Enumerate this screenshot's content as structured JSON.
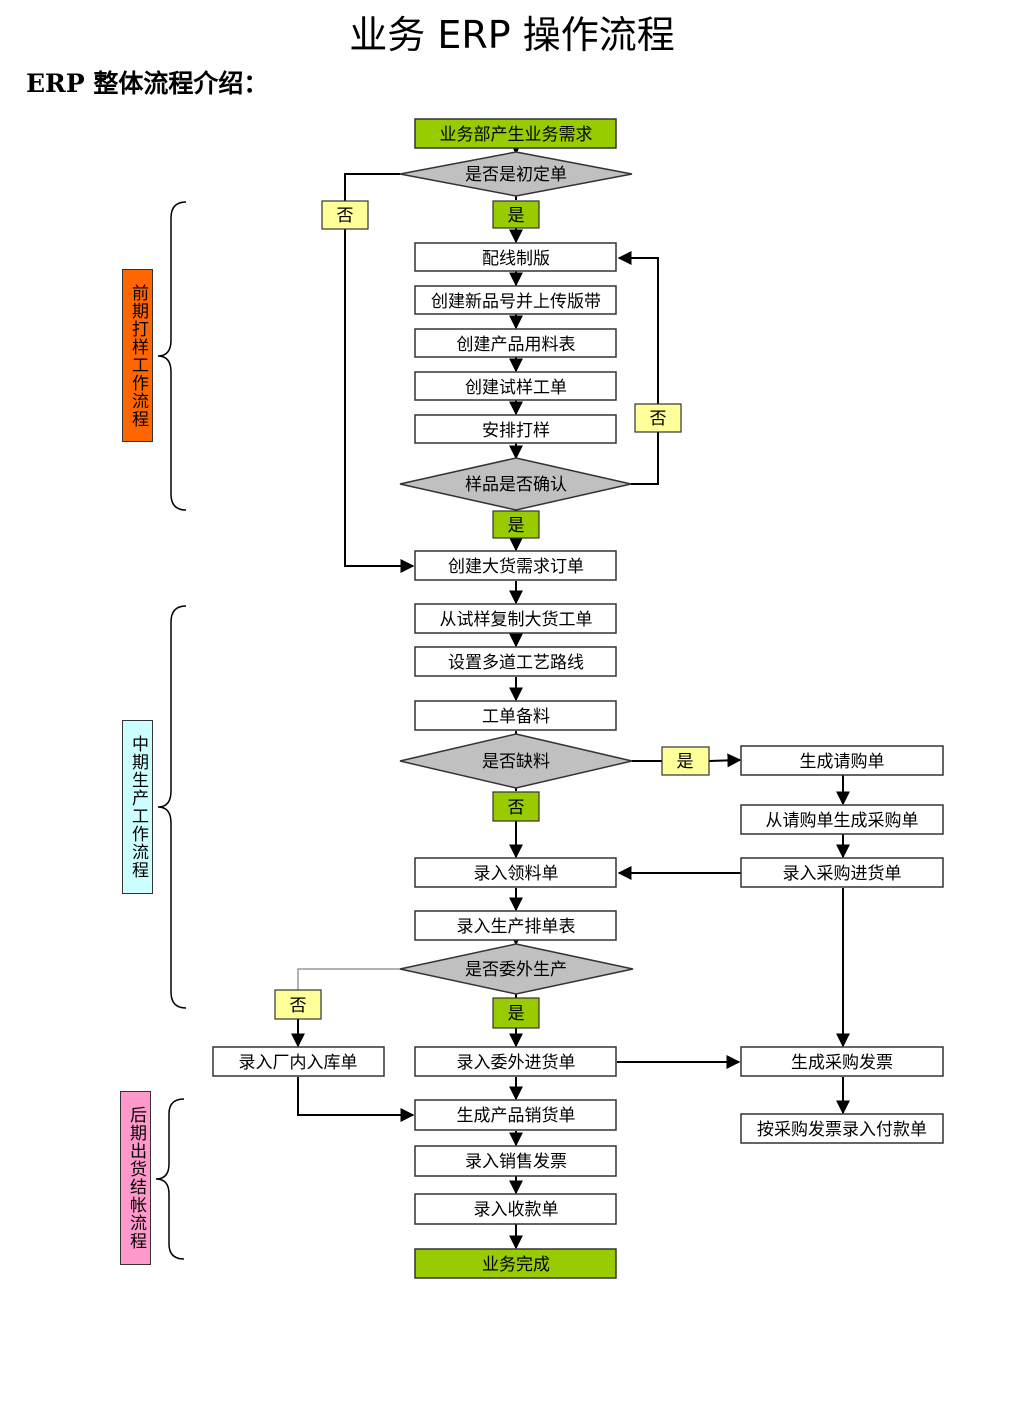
{
  "page": {
    "title": "业务 ERP 操作流程",
    "subtitle": "ERP 整体流程介绍："
  },
  "colors": {
    "green": "#99cc00",
    "gray": "#c0c0c0",
    "yellow": "#ffff99",
    "orange": "#ff6600",
    "cyan": "#ccffff",
    "pink": "#ff99cc"
  },
  "stages": {
    "early": "前期打样工作流程",
    "mid": "中期生产工作流程",
    "late": "后期出货结帐流程"
  },
  "nodes": {
    "start": "业务部产生业务需求",
    "d_initial": "是否是初定单",
    "wiring": "配线制版",
    "new_item": "创建新品号并上传版带",
    "bom": "创建产品用料表",
    "sample_wo": "创建试样工单",
    "arrange": "安排打样",
    "d_confirm": "样品是否确认",
    "bulk_order": "创建大货需求订单",
    "copy_wo": "从试样复制大货工单",
    "routing": "设置多道工艺路线",
    "prep": "工单备料",
    "d_shortage": "是否缺料",
    "req": "生成请购单",
    "po": "从请购单生成采购单",
    "po_receipt": "录入采购进货单",
    "issue": "录入领料单",
    "schedule": "录入生产排单表",
    "d_outsource": "是否委外生产",
    "in_stock": "录入厂内入库单",
    "out_receipt": "录入委外进货单",
    "purchase_invoice": "生成采购发票",
    "sales_delivery": "生成产品销货单",
    "payment": "按采购发票录入付款单",
    "sales_invoice": "录入销售发票",
    "receipt": "录入收款单",
    "done": "业务完成"
  },
  "labels": {
    "yes": "是",
    "no": "否"
  }
}
